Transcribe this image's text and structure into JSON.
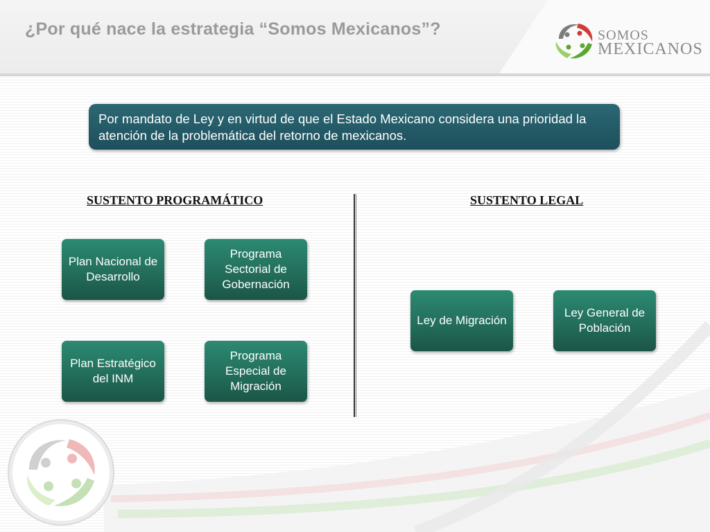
{
  "header": {
    "title": "¿Por qué nace la estrategia “Somos Mexicanos”?",
    "logo": {
      "line1": "SOMOS",
      "line2": "MEXICANOS",
      "icon": "somos-mexicanos-logo-icon"
    }
  },
  "banner": {
    "text": "Por mandato de Ley y en virtud de que el Estado Mexicano considera una prioridad la atención de la problemática del retorno de mexicanos."
  },
  "sections": {
    "programatico": {
      "title": "SUSTENTO PROGRAMÁTICO",
      "items": [
        "Plan Nacional de Desarrollo",
        "Programa Sectorial de Gobernación",
        "Plan Estratégico del INM",
        "Programa Especial de Migración"
      ]
    },
    "legal": {
      "title": "SUSTENTO LEGAL",
      "items": [
        "Ley de Migración",
        "Ley General de Población"
      ]
    }
  },
  "colors": {
    "banner": "#1e4f5c",
    "box": "#236e5c",
    "title_gray": "#9a9a9a",
    "logo_green": "#5aa832",
    "logo_red": "#d23a3a"
  }
}
